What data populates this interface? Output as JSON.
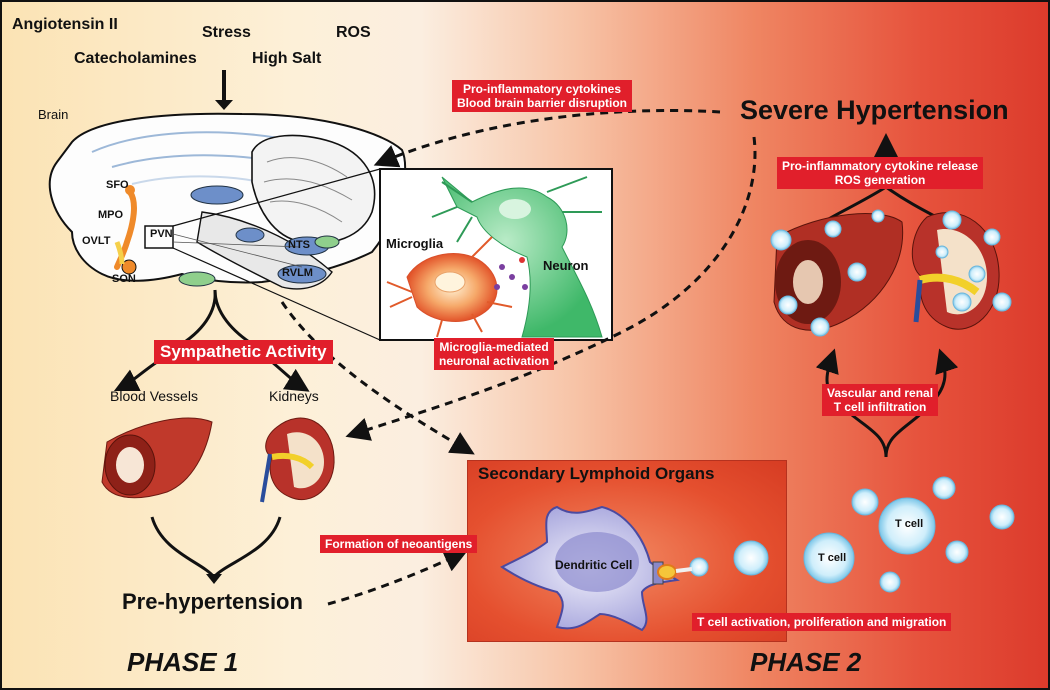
{
  "triggers": {
    "angiotensin": "Angiotensin II",
    "stress": "Stress",
    "ros": "ROS",
    "catecholamines": "Catecholamines",
    "high_salt": "High Salt"
  },
  "brain": {
    "label": "Brain",
    "sfo": "SFO",
    "mpo": "MPO",
    "ovlt": "OVLT",
    "pvn": "PVN",
    "son": "SON",
    "nts": "NTS",
    "rvlm": "RVLM"
  },
  "inset": {
    "microglia": "Microglia",
    "neuron": "Neuron"
  },
  "labels": {
    "cytokines_bbb": [
      "Pro-inflammatory cytokines",
      "Blood brain barrier disruption"
    ],
    "microglia_mediated": [
      "Microglia-mediated",
      "neuronal activation"
    ],
    "sympathetic": "Sympathetic Activity",
    "cytokine_release": [
      "Pro-inflammatory cytokine release",
      "ROS generation"
    ],
    "infiltration": [
      "Vascular and renal",
      "T cell infiltration"
    ],
    "neoantigens": "Formation of neoantigens",
    "activation": "T cell activation, proliferation and migration"
  },
  "organs": {
    "blood_vessels": "Blood Vessels",
    "kidneys": "Kidneys"
  },
  "stages": {
    "pre_hypertension": "Pre-hypertension",
    "severe_hypertension": "Severe Hypertension"
  },
  "lymphoid": {
    "title": "Secondary Lymphoid Organs",
    "dendritic": "Dendritic Cell",
    "tcell_a": "T cell",
    "tcell_b": "T cell"
  },
  "phases": {
    "phase1": "PHASE 1",
    "phase2": "PHASE 2"
  }
}
